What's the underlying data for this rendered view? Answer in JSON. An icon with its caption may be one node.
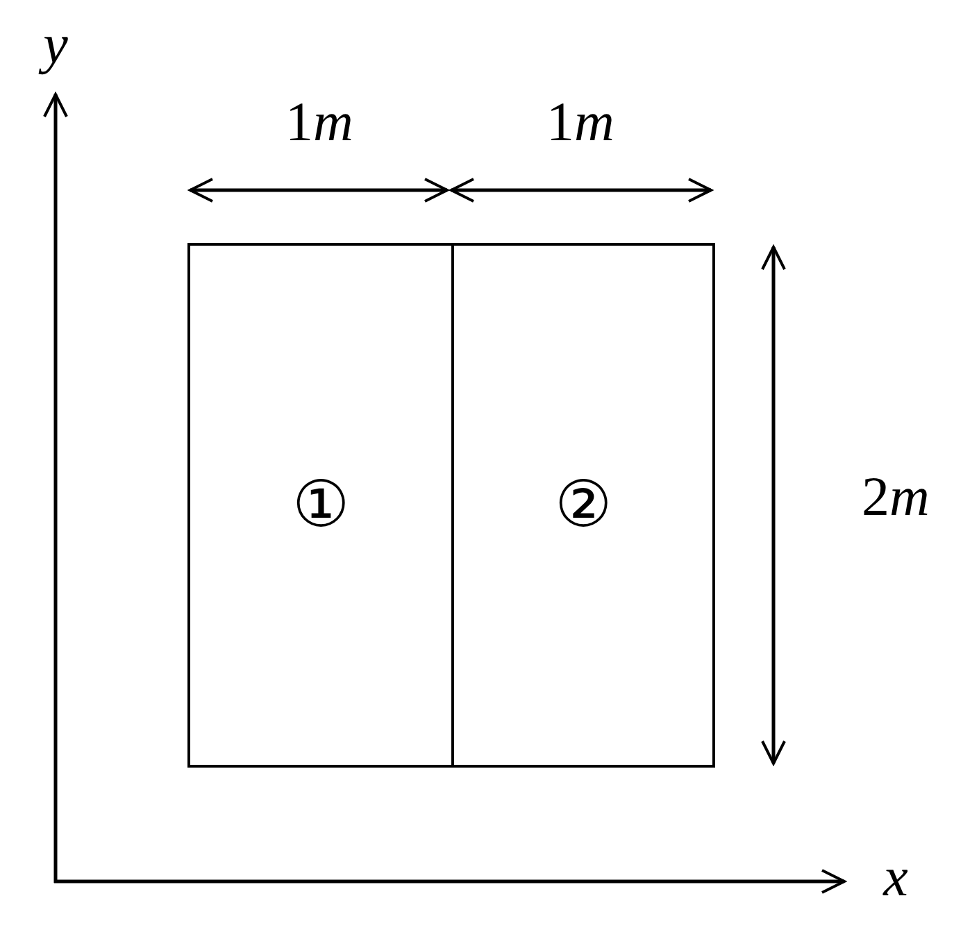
{
  "diagram": {
    "nodes": [
      {
        "text": [
          "①"
        ]
      },
      {
        "text": [
          "②"
        ]
      }
    ],
    "edges": [],
    "labels": [
      "y",
      "1m",
      "1m",
      "2m",
      "x"
    ]
  }
}
